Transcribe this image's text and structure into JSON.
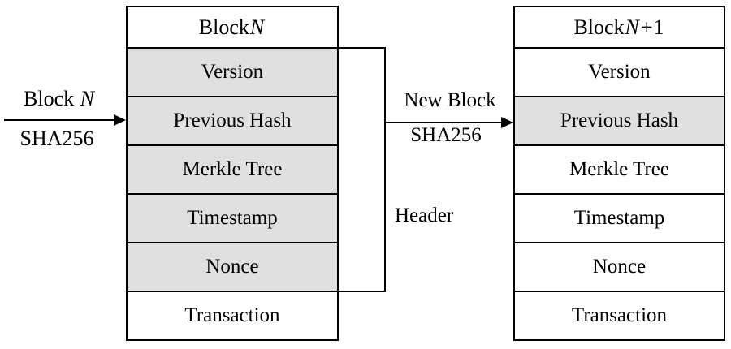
{
  "diagram": {
    "left_arrow_label": {
      "line1_prefix": "Block ",
      "line1_italic": "N",
      "line2": "SHA256"
    },
    "left_block": {
      "title_prefix": "Block ",
      "title_italic": "N",
      "title_suffix": "",
      "rows": [
        {
          "label": "Version",
          "shaded": true
        },
        {
          "label": "Previous Hash",
          "shaded": true
        },
        {
          "label": "Merkle Tree",
          "shaded": true
        },
        {
          "label": "Timestamp",
          "shaded": true
        },
        {
          "label": "Nonce",
          "shaded": true
        },
        {
          "label": "Transaction",
          "shaded": false
        }
      ]
    },
    "bracket_label": "Header",
    "middle_arrow_label": {
      "line1": "New Block",
      "line2": "SHA256"
    },
    "right_block": {
      "title_prefix": "Block ",
      "title_italic": "N",
      "title_suffix": "+1",
      "rows": [
        {
          "label": "Version",
          "shaded": false
        },
        {
          "label": "Previous Hash",
          "shaded": true
        },
        {
          "label": "Merkle Tree",
          "shaded": false
        },
        {
          "label": "Timestamp",
          "shaded": false
        },
        {
          "label": "Nonce",
          "shaded": false
        },
        {
          "label": "Transaction",
          "shaded": false
        }
      ]
    }
  },
  "colors": {
    "shaded_row": "#e0e0e0",
    "border": "#000000",
    "background": "#ffffff"
  }
}
